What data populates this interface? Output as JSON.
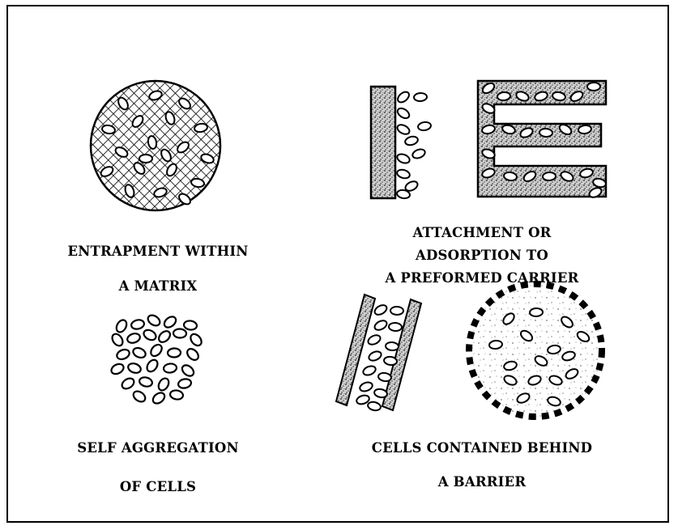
{
  "panels": {
    "matrix": {
      "line1": "ENTRAPMENT WITHIN",
      "line2": "A MATRIX"
    },
    "carrier": {
      "line1": "ATTACHMENT OR",
      "line2": "ADSORPTION TO",
      "line3": "A PREFORMED CARRIER"
    },
    "aggregation": {
      "line1": "SELF AGGREGATION",
      "line2": "OF CELLS"
    },
    "barrier": {
      "line1": "CELLS CONTAINED BEHIND",
      "line2": "A BARRIER"
    }
  },
  "colors": {
    "ink": "#000000",
    "background": "#ffffff"
  }
}
